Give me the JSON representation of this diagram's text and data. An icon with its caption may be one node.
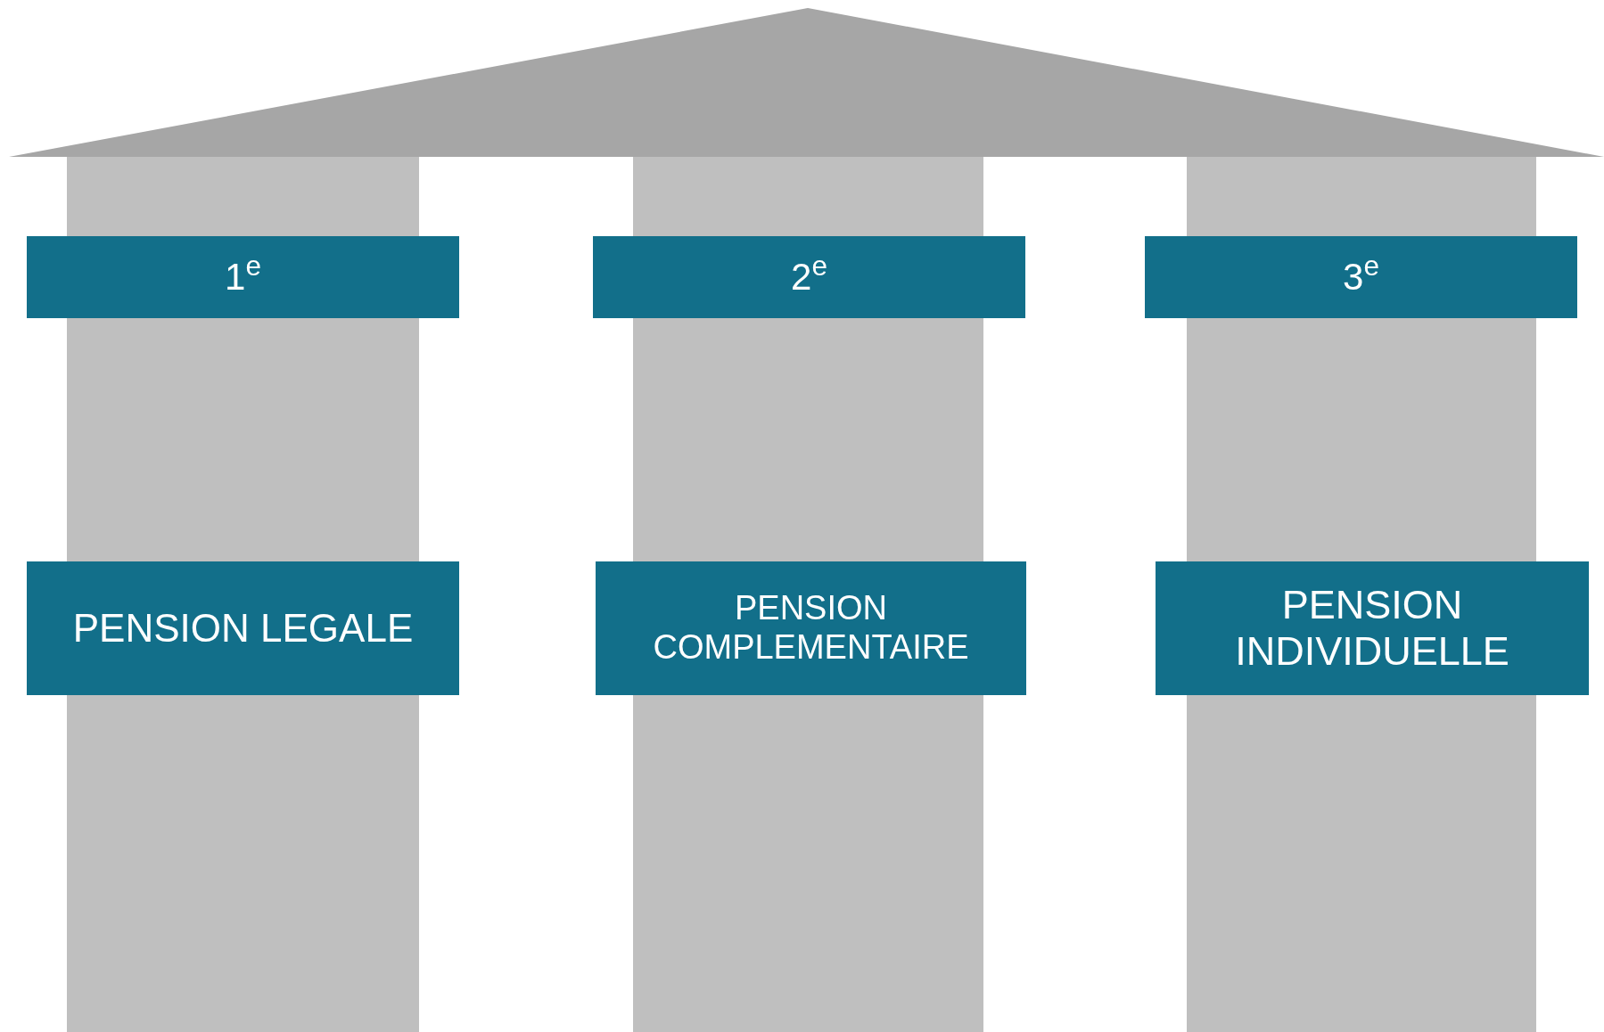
{
  "diagram": {
    "nodes": [
      {
        "text": [
          "1$^{e}$"
        ]
      },
      {
        "text": [
          "2$^{e}$"
        ]
      },
      {
        "text": [
          "3$^{e}$"
        ]
      },
      {
        "text": [
          "PENSION LEGALE"
        ]
      },
      {
        "text": [
          "PENSION COMPLEMENTAIRE"
        ]
      },
      {
        "text": [
          "PENSION INDIVIDUELLE"
        ]
      }
    ]
  }
}
